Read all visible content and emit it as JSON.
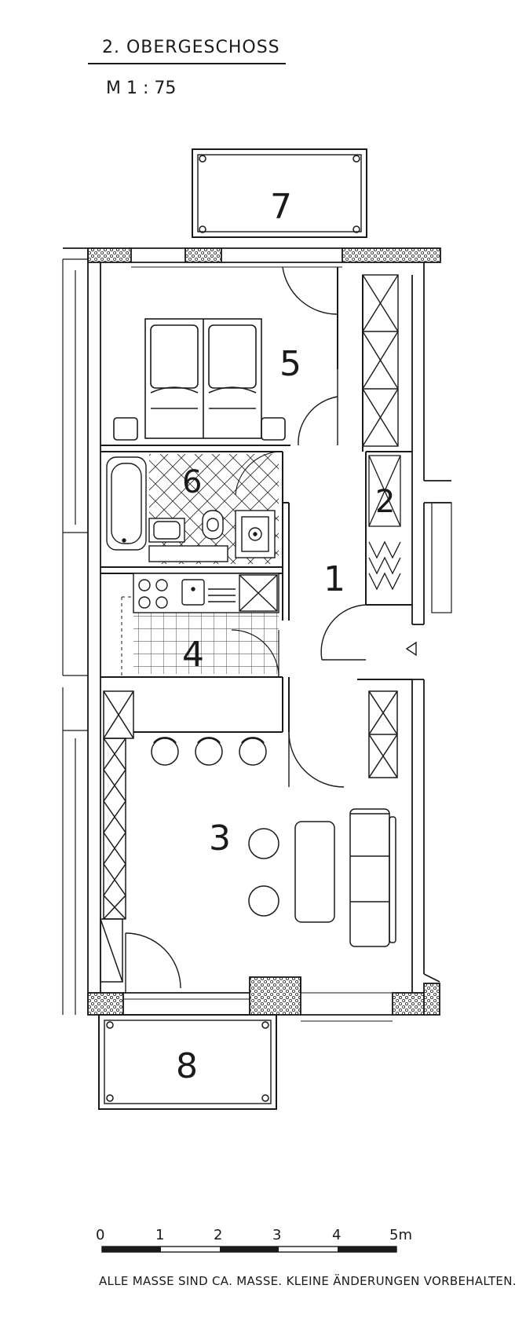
{
  "header": {
    "floor_title": "2. OBERGESCHOSS",
    "scale": "M 1 : 75"
  },
  "rooms": [
    {
      "id": "1",
      "label": "1"
    },
    {
      "id": "2",
      "label": "2"
    },
    {
      "id": "3",
      "label": "3"
    },
    {
      "id": "4",
      "label": "4"
    },
    {
      "id": "5",
      "label": "5"
    },
    {
      "id": "6",
      "label": "6"
    },
    {
      "id": "7",
      "label": "7"
    },
    {
      "id": "8",
      "label": "8"
    }
  ],
  "scale_bar": {
    "ticks": [
      "0",
      "1",
      "2",
      "3",
      "4",
      "5m"
    ]
  },
  "footer": {
    "note": "ALLE MASSE SIND CA. MASSE. KLEINE ÄNDERUNGEN VORBEHALTEN."
  }
}
